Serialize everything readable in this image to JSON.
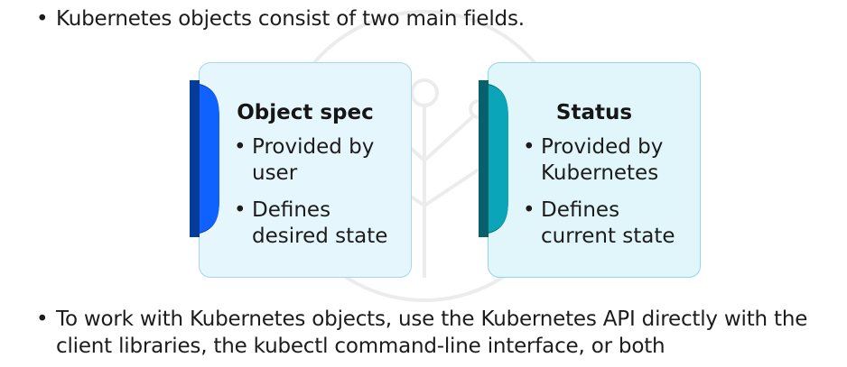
{
  "intro_bullet": "Kubernetes objects consist of two main fields.",
  "bullet_glyph": "•",
  "cards": [
    {
      "title": "Object spec",
      "items": [
        "Provided by user",
        "Defines desired state"
      ],
      "accent": "#0f62fe",
      "accent_dark": "#053b9b"
    },
    {
      "title": "Status",
      "items": [
        "Provided by Kubernetes",
        "Defines current state"
      ],
      "accent": "#0aa5b8",
      "accent_dark": "#08606c"
    }
  ],
  "footer_bullet": "To work with Kubernetes objects, use the Kubernetes API directly with the client libraries, the kubectl command-line interface, or both"
}
